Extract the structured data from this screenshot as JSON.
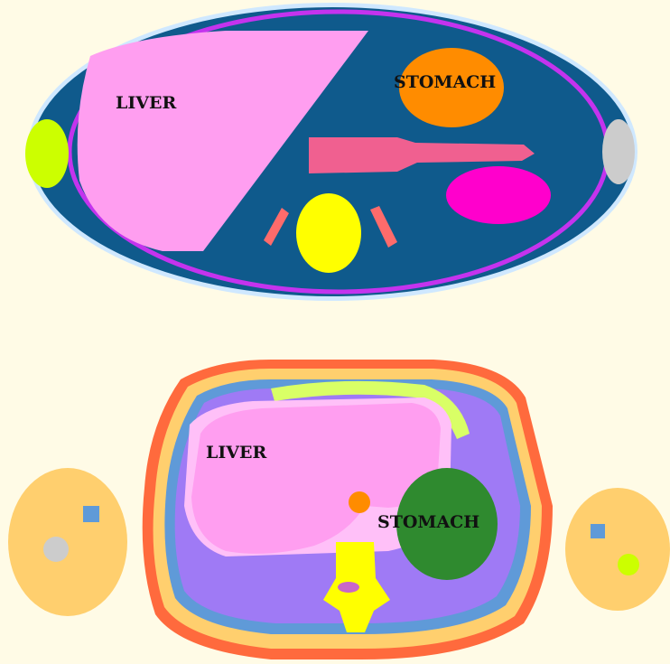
{
  "panels": [
    {
      "id": "simplified-phantom",
      "labels": {
        "liver": "LIVER",
        "stomach": "STOMACH"
      }
    },
    {
      "id": "detailed-phantom",
      "labels": {
        "liver": "LIVER",
        "stomach": "STOMACH"
      }
    }
  ],
  "colors": {
    "background": "#fffbe6",
    "body_fill": "#0f5a8c",
    "body_outline_light": "#cfe8ff",
    "inner_ring": "#c433ee",
    "liver": "#ff9ef0",
    "stomach_simple": "#ff8c00",
    "spine": "#ffff00",
    "kidney": "#ff6b6b",
    "pancreas": "#f06090",
    "spleen": "#ff00cc",
    "arm_left": "#ccff00",
    "arm_right": "#cccccc",
    "fat": "#ffcf6e",
    "skin": "#ff6a3d",
    "muscle": "#9f7af5",
    "tissue_blue": "#5f9ad8",
    "stomach_detailed": "#2f8a2f",
    "pale_green": "#d9ff66",
    "pink_light": "#ffc0f8"
  }
}
